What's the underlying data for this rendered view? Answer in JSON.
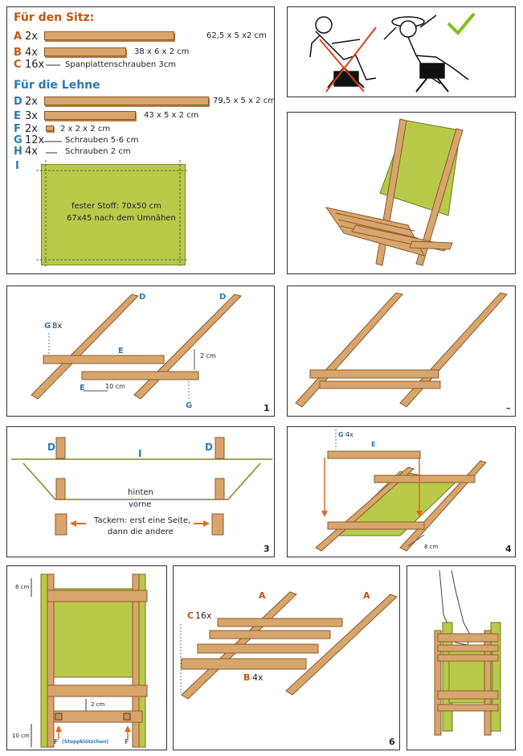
{
  "parts": {
    "seat_heading": "Für den Sitz:",
    "back_heading": "Für die Lehne",
    "items": [
      {
        "letter": "A",
        "qty": "2x",
        "desc": "62,5 x 5 x2 cm"
      },
      {
        "letter": "B",
        "qty": "4x",
        "desc": "38 x 6 x 2 cm"
      },
      {
        "letter": "C",
        "qty": "16x",
        "desc": "Spanplattenschrauben 3cm"
      },
      {
        "letter": "D",
        "qty": "2x",
        "desc": "79,5 x 5 x 2 cm"
      },
      {
        "letter": "E",
        "qty": "3x",
        "desc": "43 x 5 x 2 cm"
      },
      {
        "letter": "F",
        "qty": "2x",
        "desc": "2 x 2 x 2 cm"
      },
      {
        "letter": "G",
        "qty": "12x",
        "desc": "Schrauben 5-6 cm"
      },
      {
        "letter": "H",
        "qty": "4x",
        "desc": "Schrauben 2 cm"
      }
    ],
    "fabric_letter": "I",
    "fabric_line1": "fester Stoff: 70x50 cm",
    "fabric_line2": "67x45 nach dem Umnähen"
  },
  "step1": {
    "d1": "D",
    "d2": "D",
    "g_label": "G",
    "g_qty": "8x",
    "e_top": "E",
    "e_bottom": "E",
    "dim_2cm": "2 cm",
    "dim_10cm": "10 cm",
    "g_bottom": "G",
    "num": "1"
  },
  "step2": {
    "num": "–"
  },
  "step3": {
    "d_left": "D",
    "d_right": "D",
    "i_label": "I",
    "hinten": "hinten",
    "vorne": "vorne",
    "tack1": "Tackern: erst eine Seite,",
    "tack2": "dann die andere",
    "num": "3"
  },
  "step4": {
    "g_label": "G",
    "g_qty": "4x",
    "e_label": "E",
    "dim_8cm": "8 cm",
    "num": "4"
  },
  "step5": {
    "dim_8cm": "8 cm",
    "dim_2cm": "2 cm",
    "dim_10cm": "10 cm",
    "f_left": "F",
    "f_note": "(Stoppklötzchen)",
    "f_right": "F"
  },
  "step6": {
    "c_label": "C",
    "c_qty": "16x",
    "a_left": "A",
    "a_right": "A",
    "b_label": "B",
    "b_qty": "4x",
    "num": "6"
  }
}
